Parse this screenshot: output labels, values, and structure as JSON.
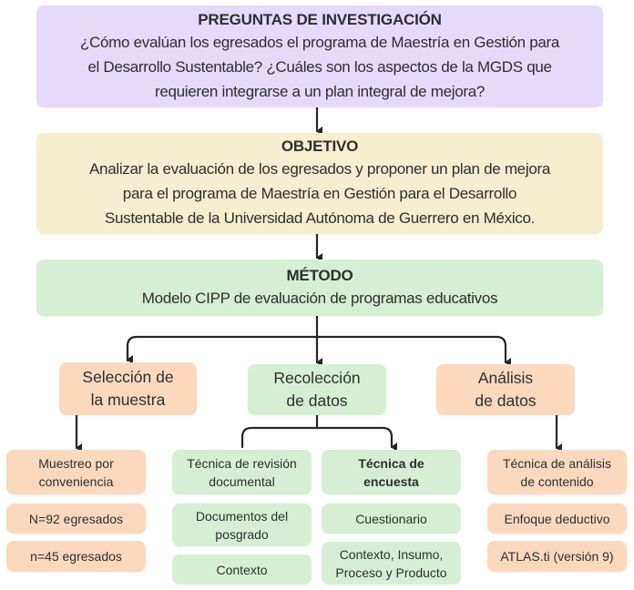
{
  "colors": {
    "purple": "#e6dafb",
    "yellow": "#f5efcf",
    "green": "#d6efd4",
    "orange": "#fcd9bd",
    "text": "#2e2e2e",
    "connector": "#262626"
  },
  "research_questions": {
    "title": "PREGUNTAS DE INVESTIGACIÓN",
    "lines": [
      "¿Cómo evalúan los egresados el programa de Maestría en Gestión para",
      "el Desarrollo Sustentable? ¿Cuáles son los aspectos de la MGDS que",
      "requieren integrarse a un plan integral de mejora?"
    ]
  },
  "objective": {
    "title": "OBJETIVO",
    "lines": [
      "Analizar la evaluación de los egresados y proponer un plan de mejora",
      "para el programa de Maestría en Gestión para el Desarrollo",
      "Sustentable de la Universidad Autónoma de Guerrero en México."
    ]
  },
  "method": {
    "title": "MÉTODO",
    "body": "Modelo CIPP de evaluación de programas educativos"
  },
  "branches": {
    "sample_selection": {
      "lines": [
        "Selección de",
        "la muestra"
      ],
      "items": [
        {
          "lines": [
            "Muestreo por",
            "conveniencia"
          ]
        },
        {
          "lines": [
            "N=92 egresados"
          ]
        },
        {
          "lines": [
            "n=45 egresados"
          ]
        }
      ]
    },
    "data_collection": {
      "lines": [
        "Recolección",
        "de datos"
      ],
      "documentary": {
        "lines": [
          "Técnica de revisión",
          "documental"
        ],
        "items": [
          {
            "lines": [
              "Documentos del",
              "posgrado"
            ]
          },
          {
            "lines": [
              "Contexto"
            ]
          }
        ]
      },
      "survey": {
        "lines": [
          "Técnica de",
          "encuesta"
        ],
        "items": [
          {
            "lines": [
              "Cuestionario"
            ]
          },
          {
            "lines": [
              "Contexto, Insumo,",
              "Proceso y Producto"
            ]
          }
        ]
      }
    },
    "data_analysis": {
      "lines": [
        "Análisis",
        "de datos"
      ],
      "items": [
        {
          "lines": [
            "Técnica de análisis",
            "de contenido"
          ]
        },
        {
          "lines": [
            "Enfoque deductivo"
          ]
        },
        {
          "lines": [
            "ATLAS.ti (versión 9)"
          ]
        }
      ]
    }
  }
}
